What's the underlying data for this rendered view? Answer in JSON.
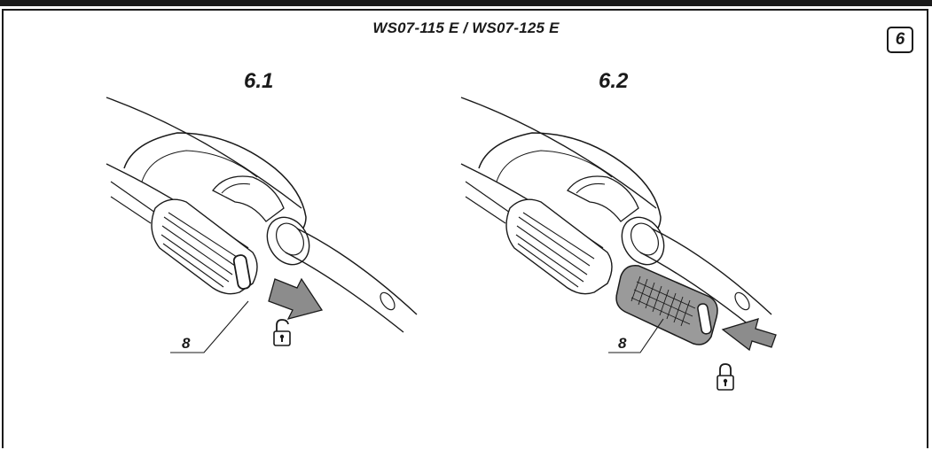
{
  "header": {
    "model_title": "WS07-115 E / WS07-125 E",
    "figure_number": "6"
  },
  "panels": [
    {
      "id": "unlock",
      "label": "6.1",
      "callout": "8",
      "lock_state": "unlocked",
      "arrow_direction": "out"
    },
    {
      "id": "lock",
      "label": "6.2",
      "callout": "8",
      "lock_state": "locked",
      "arrow_direction": "in"
    }
  ],
  "colors": {
    "line": "#1a1a1a",
    "arrow_fill": "#8c8c8c",
    "filter_fill": "#9a9a9a",
    "background": "#ffffff"
  }
}
